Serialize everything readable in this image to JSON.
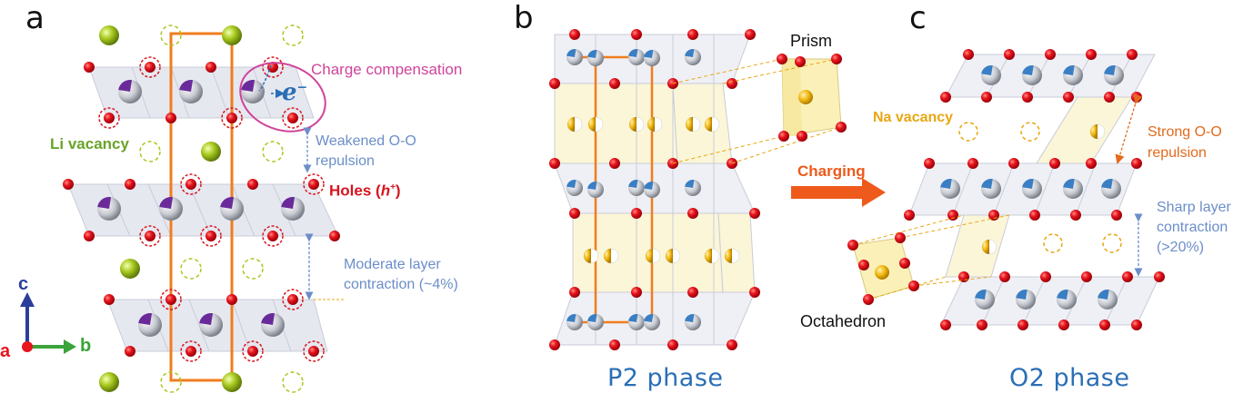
{
  "panels": {
    "a": {
      "letter": "a",
      "charge_compensation": "Charge compensation",
      "electron": "e",
      "electron_sup": "−",
      "li_vacancy": "Li vacancy",
      "weakened_oo": "Weakened O-O",
      "weakened_oo_2": "repulsion",
      "holes": "Holes (",
      "holes_h": "h",
      "holes_plus": "+",
      "holes_end": ")",
      "moderate": "Moderate layer",
      "moderate_2": "contraction (~4%)",
      "axis_c": "c",
      "axis_a": "a",
      "axis_b": "b"
    },
    "b": {
      "letter": "b",
      "prism": "Prism",
      "charging": "Charging",
      "phase": "P2 phase"
    },
    "c": {
      "letter": "c",
      "na_vacancy": "Na vacancy",
      "strong_oo": "Strong O-O",
      "strong_oo_2": "repulsion",
      "sharp": "Sharp layer",
      "sharp_2": "contraction",
      "sharp_3": "(>20%)",
      "octahedron": "Octahedron",
      "phase": "O2 phase"
    }
  },
  "colors": {
    "oxygen": "#e8141e",
    "hole_ring": "#d8141e",
    "lithium": "#a6c81e",
    "sodium": "#f2b70f",
    "tm_blue": "#3a7ec4",
    "tm_purple": "#6a2a9a",
    "tm_gray": "#b9bcc2",
    "slab": "#e4e6ee",
    "cell_line": "#f07d1e",
    "prism_fill": "#fbf4c8",
    "charging_arrow": "#ee5a1c"
  }
}
